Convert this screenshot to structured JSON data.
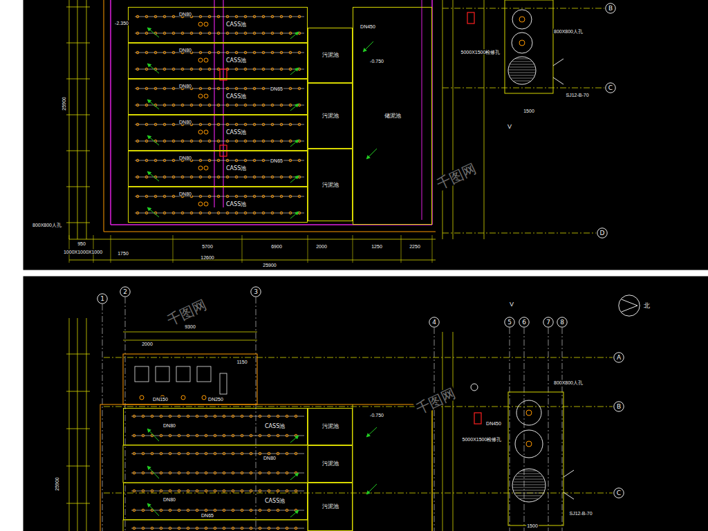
{
  "diagram": {
    "nodes": [
      {
        "text": [
          "B"
        ]
      },
      {
        "text": [
          "C"
        ]
      },
      {
        "text": [
          "D"
        ]
      },
      {
        "text": [
          "CASS池"
        ]
      },
      {
        "text": [
          "CASS池"
        ]
      },
      {
        "text": [
          "CASS池"
        ]
      },
      {
        "text": [
          "CASS池"
        ]
      },
      {
        "text": [
          "CASS池"
        ]
      },
      {
        "text": [
          "CASS池"
        ]
      },
      {
        "text": [
          "污泥池"
        ]
      },
      {
        "text": [
          "污泥池"
        ]
      },
      {
        "text": [
          "污泥池"
        ]
      },
      {
        "text": [
          "储泥池"
        ]
      },
      {
        "text": [
          "1"
        ]
      },
      {
        "text": [
          "2"
        ]
      },
      {
        "text": [
          "3"
        ]
      },
      {
        "text": [
          "4"
        ]
      },
      {
        "text": [
          "5"
        ]
      },
      {
        "text": [
          "6"
        ]
      },
      {
        "text": [
          "7"
        ]
      },
      {
        "text": [
          "8"
        ]
      },
      {
        "text": [
          "A"
        ]
      },
      {
        "text": [
          "B"
        ]
      },
      {
        "text": [
          "C"
        ]
      },
      {
        "text": [
          "北"
        ]
      },
      {
        "text": [
          "CASS池"
        ]
      },
      {
        "text": [
          "CASS池"
        ]
      },
      {
        "text": [
          "污泥池"
        ]
      },
      {
        "text": [
          "污泥池"
        ]
      },
      {
        "text": [
          "污泥池"
        ]
      }
    ],
    "labels": [
      "-2.350",
      "DN80",
      "DN80",
      "DN80",
      "DN80",
      "DN80",
      "DN80",
      "DN65",
      "DN65",
      "DN450",
      "-0.750",
      "800X800人孔",
      "5000X1500检修孔",
      "SJ12-B-70",
      "1500",
      "V",
      "950",
      "1750",
      "5700",
      "6900",
      "2000",
      "1250",
      "2250",
      "12600",
      "25900",
      "25900",
      "800X800人孔",
      "1000X1000X1000",
      "2000",
      "9300",
      "1150",
      "DN150",
      "DN250",
      "DN80",
      "DN80",
      "DN80",
      "DN65",
      "-0.750",
      "DN450",
      "800X800人孔",
      "5000X1500检修孔",
      "SJ12-B-70",
      "1500",
      "V",
      "25900",
      "千图网",
      "千图网",
      "千图网"
    ]
  }
}
